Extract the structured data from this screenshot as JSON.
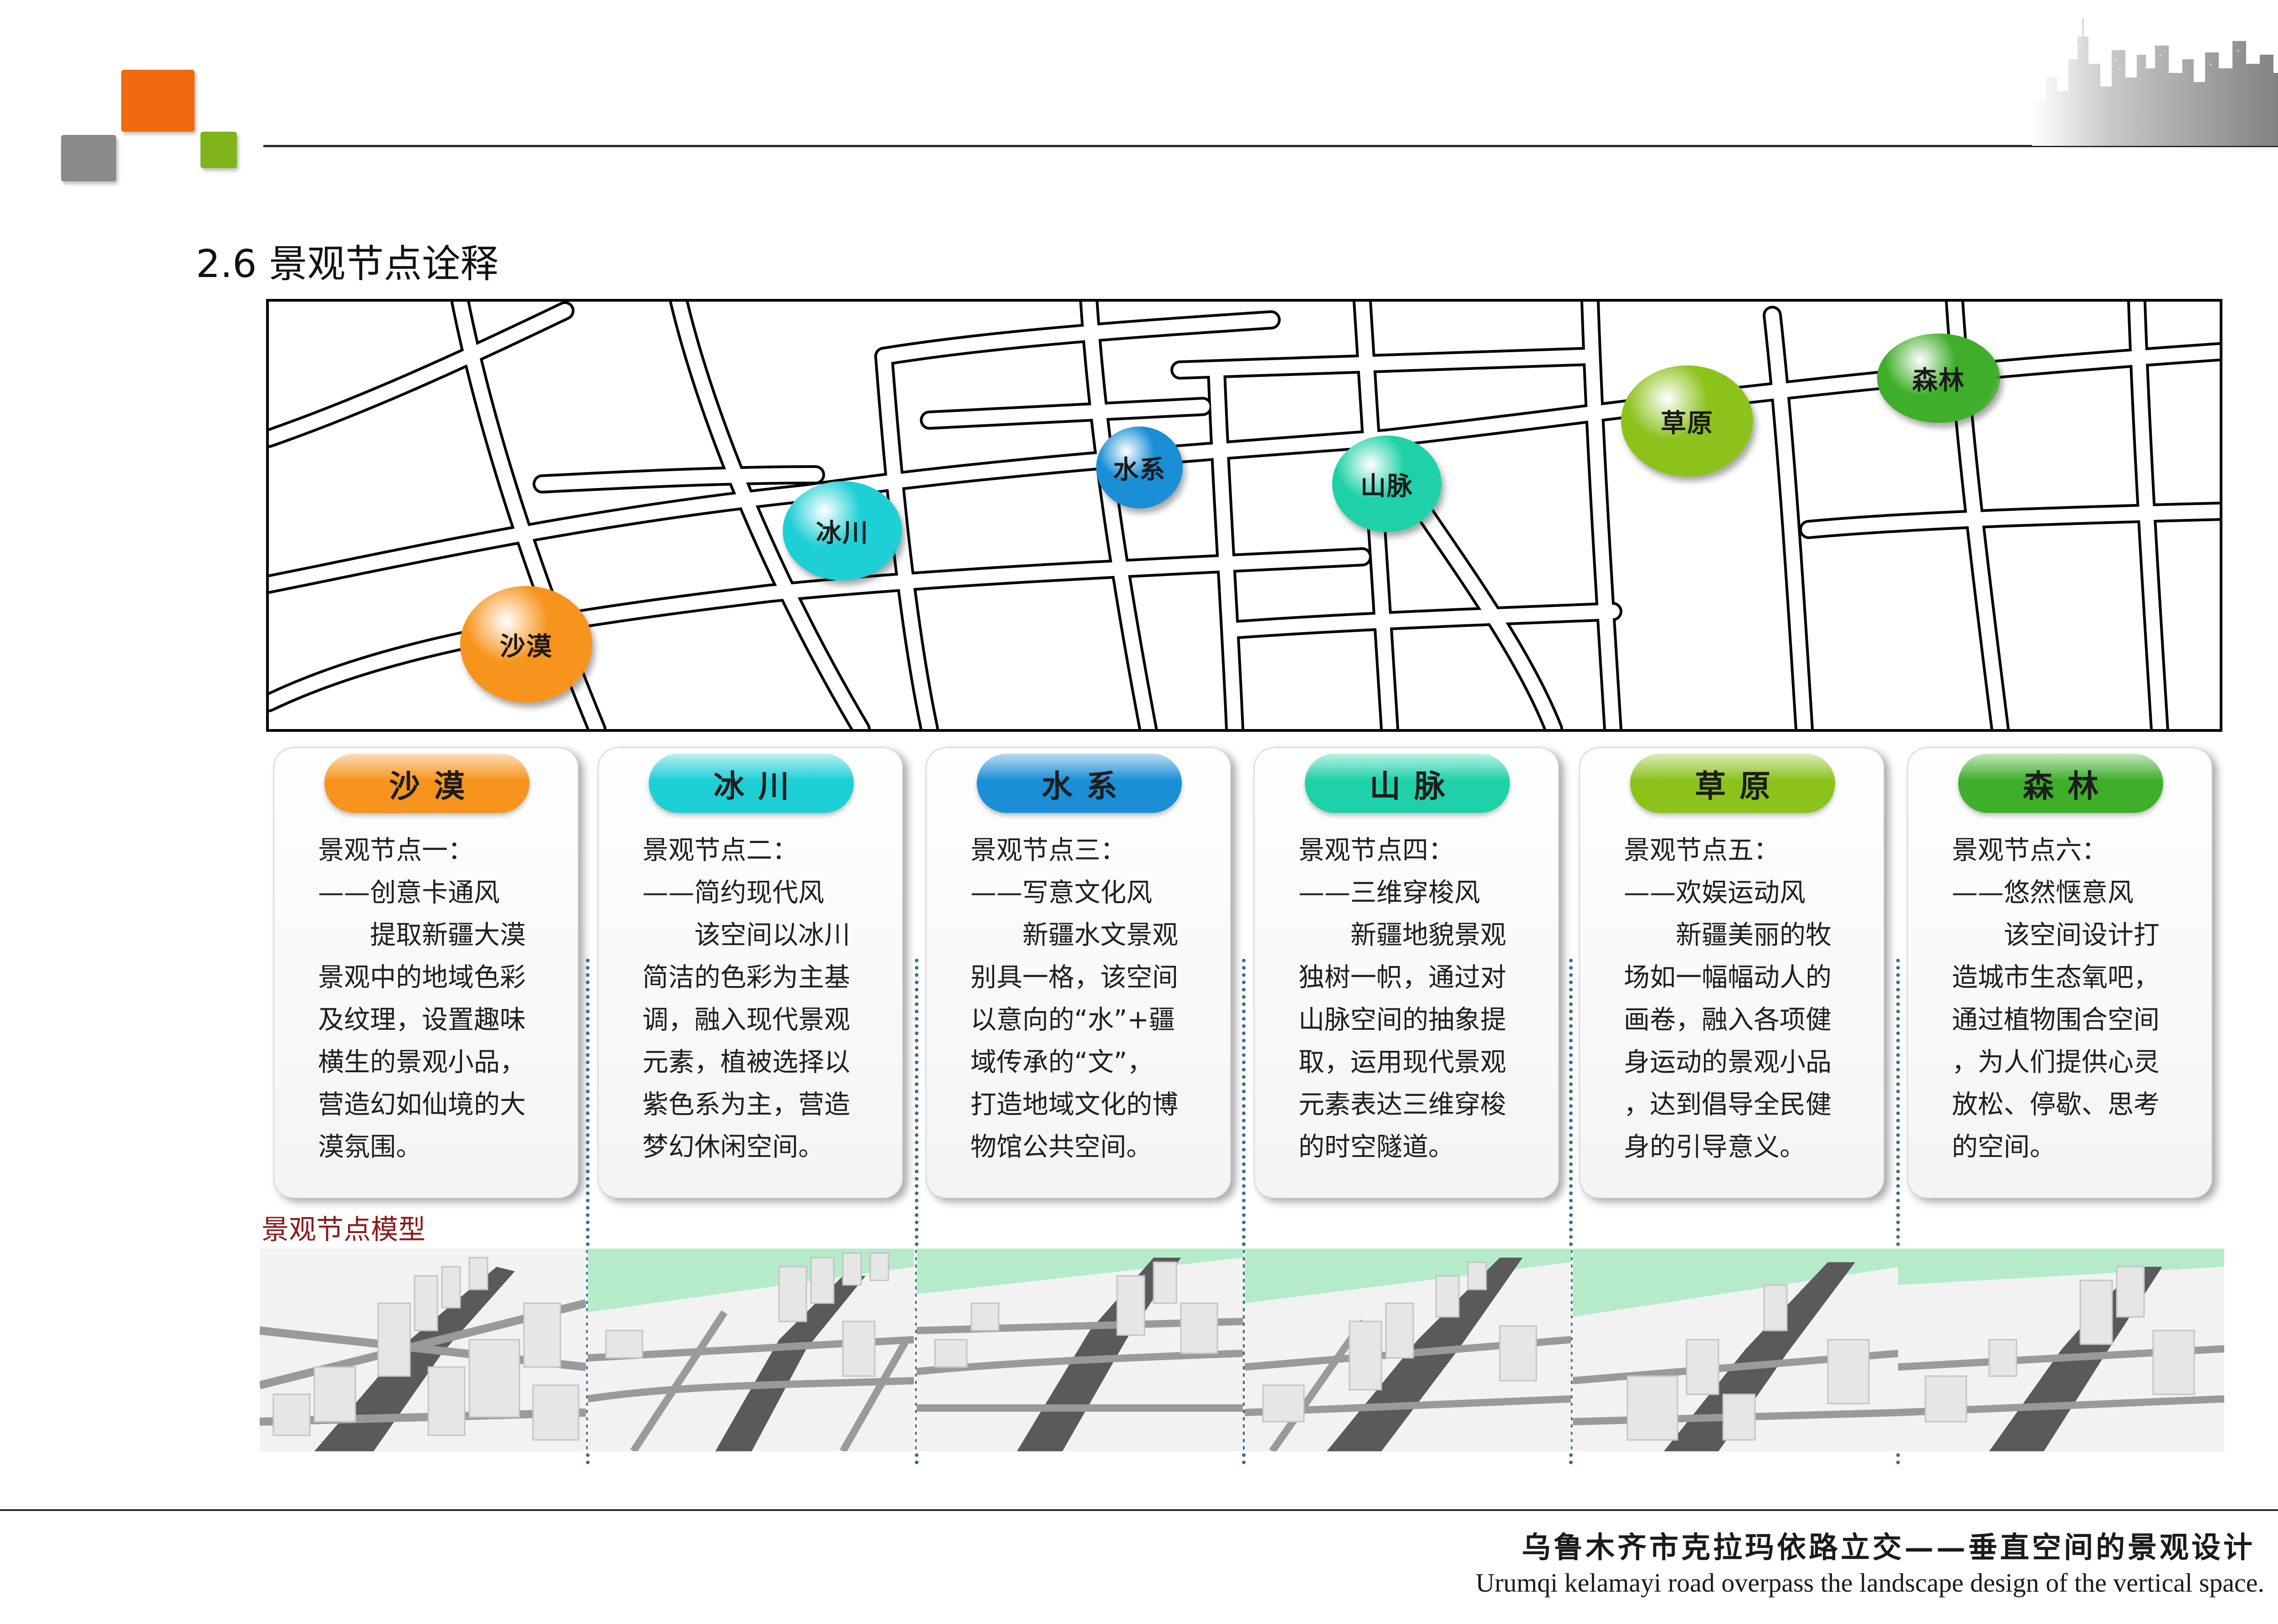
{
  "colors": {
    "desert": "#f7941d",
    "glacier": "#1ecfd6",
    "water": "#1a8fd6",
    "mountain": "#1fd1a8",
    "grassland": "#8cc21c",
    "forest": "#3fae2a",
    "models_title": "#8b1a1a",
    "dotted_divider": "#3d6d8f"
  },
  "header": {
    "logo_squares": [
      "orange",
      "gray",
      "green"
    ],
    "skyline_icon": "city-skyline"
  },
  "section_title": "2.6 景观节点诠释",
  "map": {
    "markers": [
      {
        "label": "沙漠",
        "color": "#f7941d"
      },
      {
        "label": "冰川",
        "color": "#1ecfd6"
      },
      {
        "label": "水系",
        "color": "#1a8fd6"
      },
      {
        "label": "山脉",
        "color": "#1fd1a8"
      },
      {
        "label": "草原",
        "color": "#8cc21c"
      },
      {
        "label": "森林",
        "color": "#3fae2a"
      }
    ]
  },
  "nodes": [
    {
      "title": "沙漠",
      "lines": [
        "景观节点一：",
        "——创意卡通风",
        "　　提取新疆大漠",
        "景观中的地域色彩",
        "及纹理，设置趣味",
        "横生的景观小品，",
        "营造幻如仙境的大",
        "漠氛围。"
      ]
    },
    {
      "title": "冰川",
      "lines": [
        "景观节点二：",
        "——简约现代风",
        "　　该空间以冰川",
        "简洁的色彩为主基",
        "调，融入现代景观",
        "元素，植被选择以",
        "紫色系为主，营造",
        "梦幻休闲空间。"
      ]
    },
    {
      "title": "水系",
      "lines": [
        "景观节点三：",
        "——写意文化风",
        "　　新疆水文景观",
        "别具一格，该空间",
        "以意向的“水”+疆",
        "域传承的“文”，",
        "打造地域文化的博",
        "物馆公共空间。"
      ]
    },
    {
      "title": "山脉",
      "lines": [
        "景观节点四：",
        "——三维穿梭风",
        "　　新疆地貌景观",
        "独树一帜，通过对",
        "山脉空间的抽象提",
        "取，运用现代景观",
        "元素表达三维穿梭",
        "的时空隧道。"
      ]
    },
    {
      "title": "草原",
      "lines": [
        "景观节点五：",
        "——欢娱运动风",
        "　　新疆美丽的牧",
        "场如一幅幅动人的",
        "画卷，融入各项健",
        "身运动的景观小品",
        "，达到倡导全民健",
        "身的引导意义。"
      ]
    },
    {
      "title": "森林",
      "lines": [
        "景观节点六：",
        "——悠然惬意风",
        "　　该空间设计打",
        "造城市生态氧吧，",
        "通过植物围合空间",
        "，为人们提供心灵",
        "放松、停歇、思考",
        "的空间。"
      ]
    }
  ],
  "models_title": "景观节点模型",
  "footer": {
    "title_cn": "乌鲁木齐市克拉玛依路立交——垂直空间的景观设计",
    "title_en": "Urumqi kelamayi road overpass the landscape design of the vertical space."
  }
}
